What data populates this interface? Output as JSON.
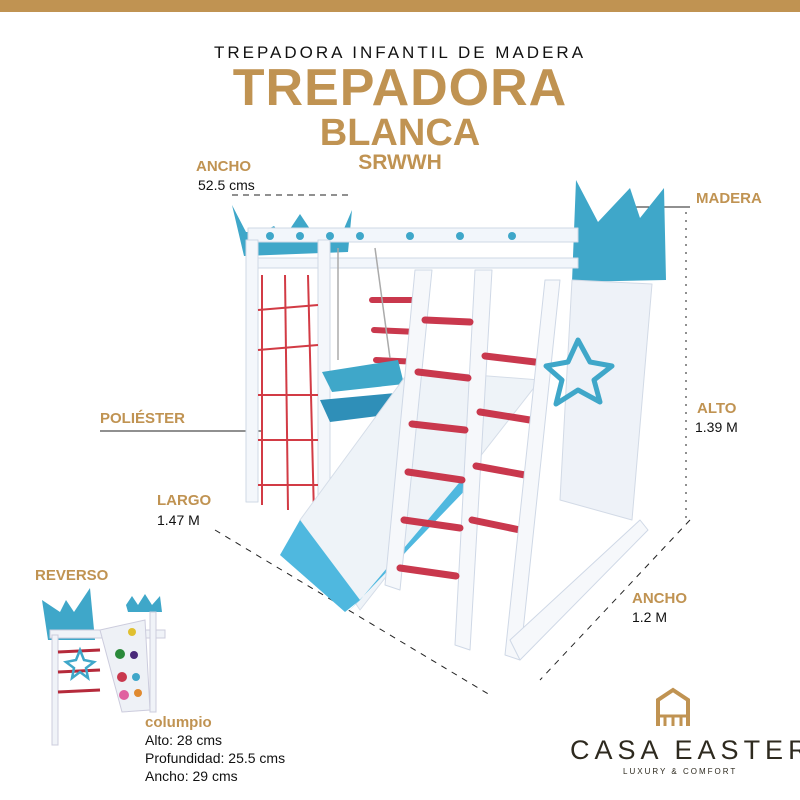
{
  "colors": {
    "gold": "#c09352",
    "blue": "#3fa7c9",
    "red": "#c9384d",
    "dark": "#2e2a1f"
  },
  "header": {
    "subtitle": "TREPADORA INFANTIL DE MADERA",
    "title": "TREPADORA",
    "color_name": "BLANCA",
    "sku": "SRWWH"
  },
  "dimensions": {
    "top_width": {
      "label": "ANCHO",
      "value": "52.5 cms"
    },
    "material_wood": {
      "label": "MADERA"
    },
    "material_net": {
      "label": "POLIÉSTER"
    },
    "height": {
      "label": "ALTO",
      "value": "1.39 M"
    },
    "length": {
      "label": "LARGO",
      "value": "1.47 M"
    },
    "width": {
      "label": "ANCHO",
      "value": "1.2 M"
    }
  },
  "reverse": {
    "label": "REVERSO"
  },
  "swing": {
    "label": "columpio",
    "lines": [
      "Alto: 28 cms",
      "Profundidad: 25.5 cms",
      "Ancho: 29 cms"
    ]
  },
  "brand": {
    "name": "CASA EASTER",
    "tagline": "LUXURY & COMFORT",
    "icon": "house-icon"
  }
}
